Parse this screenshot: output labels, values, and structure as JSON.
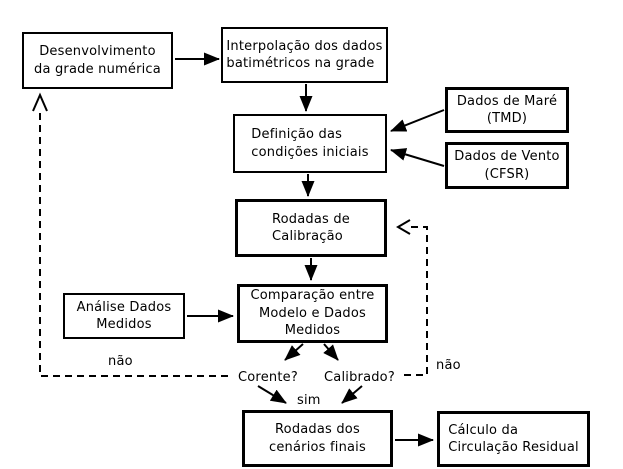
{
  "diagram": {
    "background_color": "#ffffff",
    "line_color": "#000000",
    "box_fill": "#ffffff",
    "nodes": {
      "desenvolvimento": {
        "text": "Desenvolvimento\nda grade numérica"
      },
      "interpolacao": {
        "text": "Interpolação dos dados\nbatimétricos na grade"
      },
      "dados_mare": {
        "text": "Dados de Maré\n(TMD)"
      },
      "dados_vento": {
        "text": "Dados de Vento\n(CFSR)"
      },
      "definicao": {
        "text": "Definição das\ncondições iniciais"
      },
      "rodadas_calibracao": {
        "text": "Rodadas de\nCalibração"
      },
      "comparacao": {
        "text": "Comparação entre\nModelo e Dados\nMedidos"
      },
      "analise": {
        "text": "Análise Dados\nMedidos"
      },
      "cenarios": {
        "text": "Rodadas dos\ncenários finais"
      },
      "calculo": {
        "text": "Cálculo da\nCirculação Residual"
      }
    },
    "labels": {
      "corente": "Corente?",
      "calibrado": "Calibrado?",
      "sim": "sim",
      "nao_left": "não",
      "nao_right": "não"
    }
  }
}
